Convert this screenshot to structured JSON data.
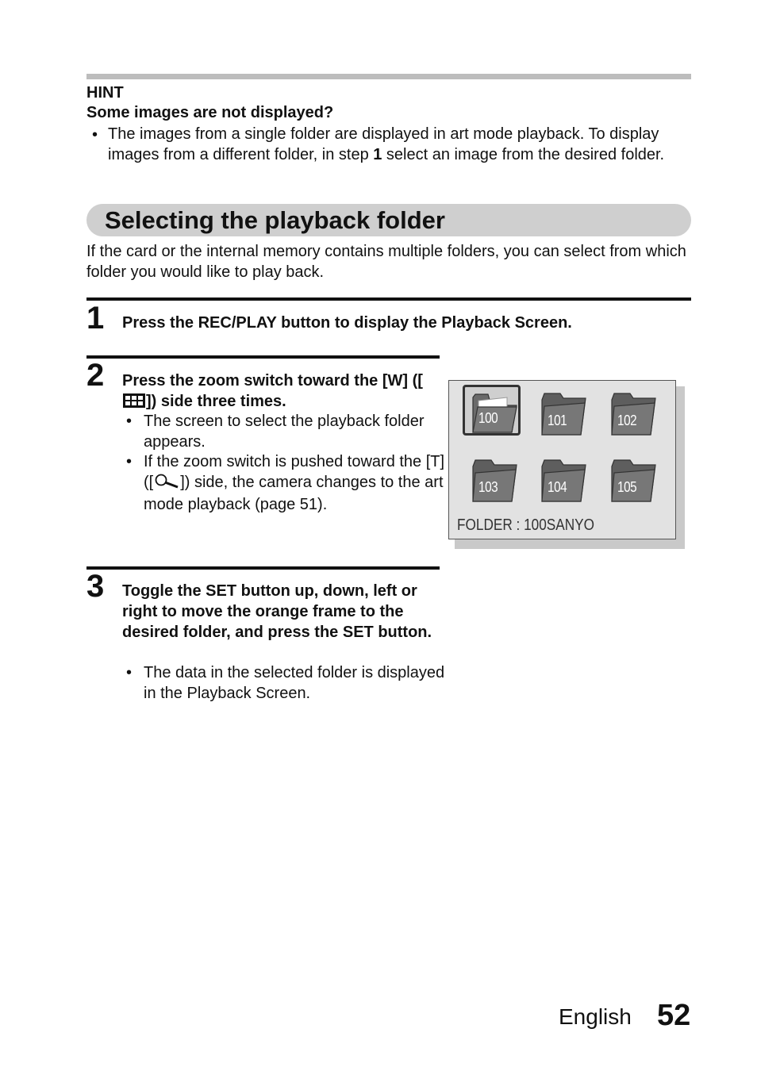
{
  "hint": {
    "title": "HINT",
    "question": "Some images are not displayed?",
    "bullet": "•",
    "text_part1": "The images from a single folder are displayed in art mode playback. To display images from a different folder, in step ",
    "text_step": "1",
    "text_part2": " select an image from the desired folder."
  },
  "section": {
    "title": "Selecting the playback folder",
    "intro": "If the card or the internal memory contains multiple folders, you can select from which folder you would like to play back."
  },
  "steps": [
    {
      "number": "1",
      "heading": "Press the REC/PLAY button to display the Playback Screen."
    },
    {
      "number": "2",
      "heading_part1": "Press the zoom switch toward the [W] ([",
      "heading_part2": "]) side three times.",
      "bullets": [
        {
          "text": "The screen to select the playback folder appears."
        },
        {
          "part1": "If the zoom switch is pushed toward the [T] ([",
          "part2": "]) side, the camera changes to the art mode playback (page 51)."
        }
      ]
    },
    {
      "number": "3",
      "heading": "Toggle the SET button up, down, left or right to move the orange frame to the desired folder, and press the SET button.",
      "bullets": [
        {
          "text": "The data in the selected folder is displayed in the Playback Screen."
        }
      ]
    }
  ],
  "bullet_mark": "•",
  "camera_screen": {
    "folders": [
      "100",
      "101",
      "102",
      "103",
      "104",
      "105"
    ],
    "selected_folder": "100",
    "caption": "FOLDER : 100SANYO"
  },
  "footer": {
    "language": "English",
    "page_number": "52"
  }
}
